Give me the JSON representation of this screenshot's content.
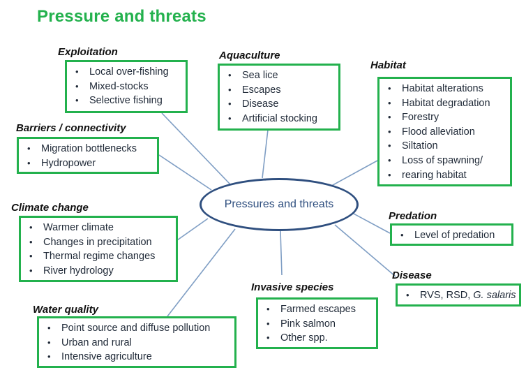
{
  "title": "Pressure and threats",
  "center_label": "Pressures and threats",
  "colors": {
    "title": "#23b14d",
    "box_border": "#23b14d",
    "ellipse": "#2f4f7f",
    "connector": "#7f9ec4"
  },
  "categories": [
    {
      "key": "exploitation",
      "heading": "Exploitation",
      "items": [
        "Local over-fishing",
        "Mixed-stocks",
        "Selective fishing"
      ]
    },
    {
      "key": "aquaculture",
      "heading": "Aquaculture",
      "items": [
        "Sea lice",
        "Escapes",
        "Disease",
        "Artificial stocking"
      ]
    },
    {
      "key": "habitat",
      "heading": "Habitat",
      "items": [
        "Habitat alterations",
        "Habitat degradation",
        "Forestry",
        "Flood alleviation",
        "Siltation",
        "Loss of spawning/",
        "rearing habitat"
      ]
    },
    {
      "key": "barriers",
      "heading": "Barriers / connectivity",
      "items": [
        "Migration bottlenecks",
        "Hydropower"
      ]
    },
    {
      "key": "climate",
      "heading": "Climate change",
      "items": [
        "Warmer climate",
        "Changes in precipitation",
        "Thermal regime changes",
        "River hydrology"
      ]
    },
    {
      "key": "predation",
      "heading": "Predation",
      "items": [
        "Level of predation"
      ]
    },
    {
      "key": "disease",
      "heading": "Disease",
      "items_rich": {
        "plain": "RVS, RSD, ",
        "italic": "G. salaris"
      }
    },
    {
      "key": "invasive",
      "heading": "Invasive species",
      "items": [
        "Farmed escapes",
        "Pink salmon",
        "Other spp."
      ]
    },
    {
      "key": "water",
      "heading": "Water quality",
      "items": [
        "Point source and diffuse pollution",
        "Urban and rural",
        "Intensive agriculture"
      ]
    }
  ]
}
